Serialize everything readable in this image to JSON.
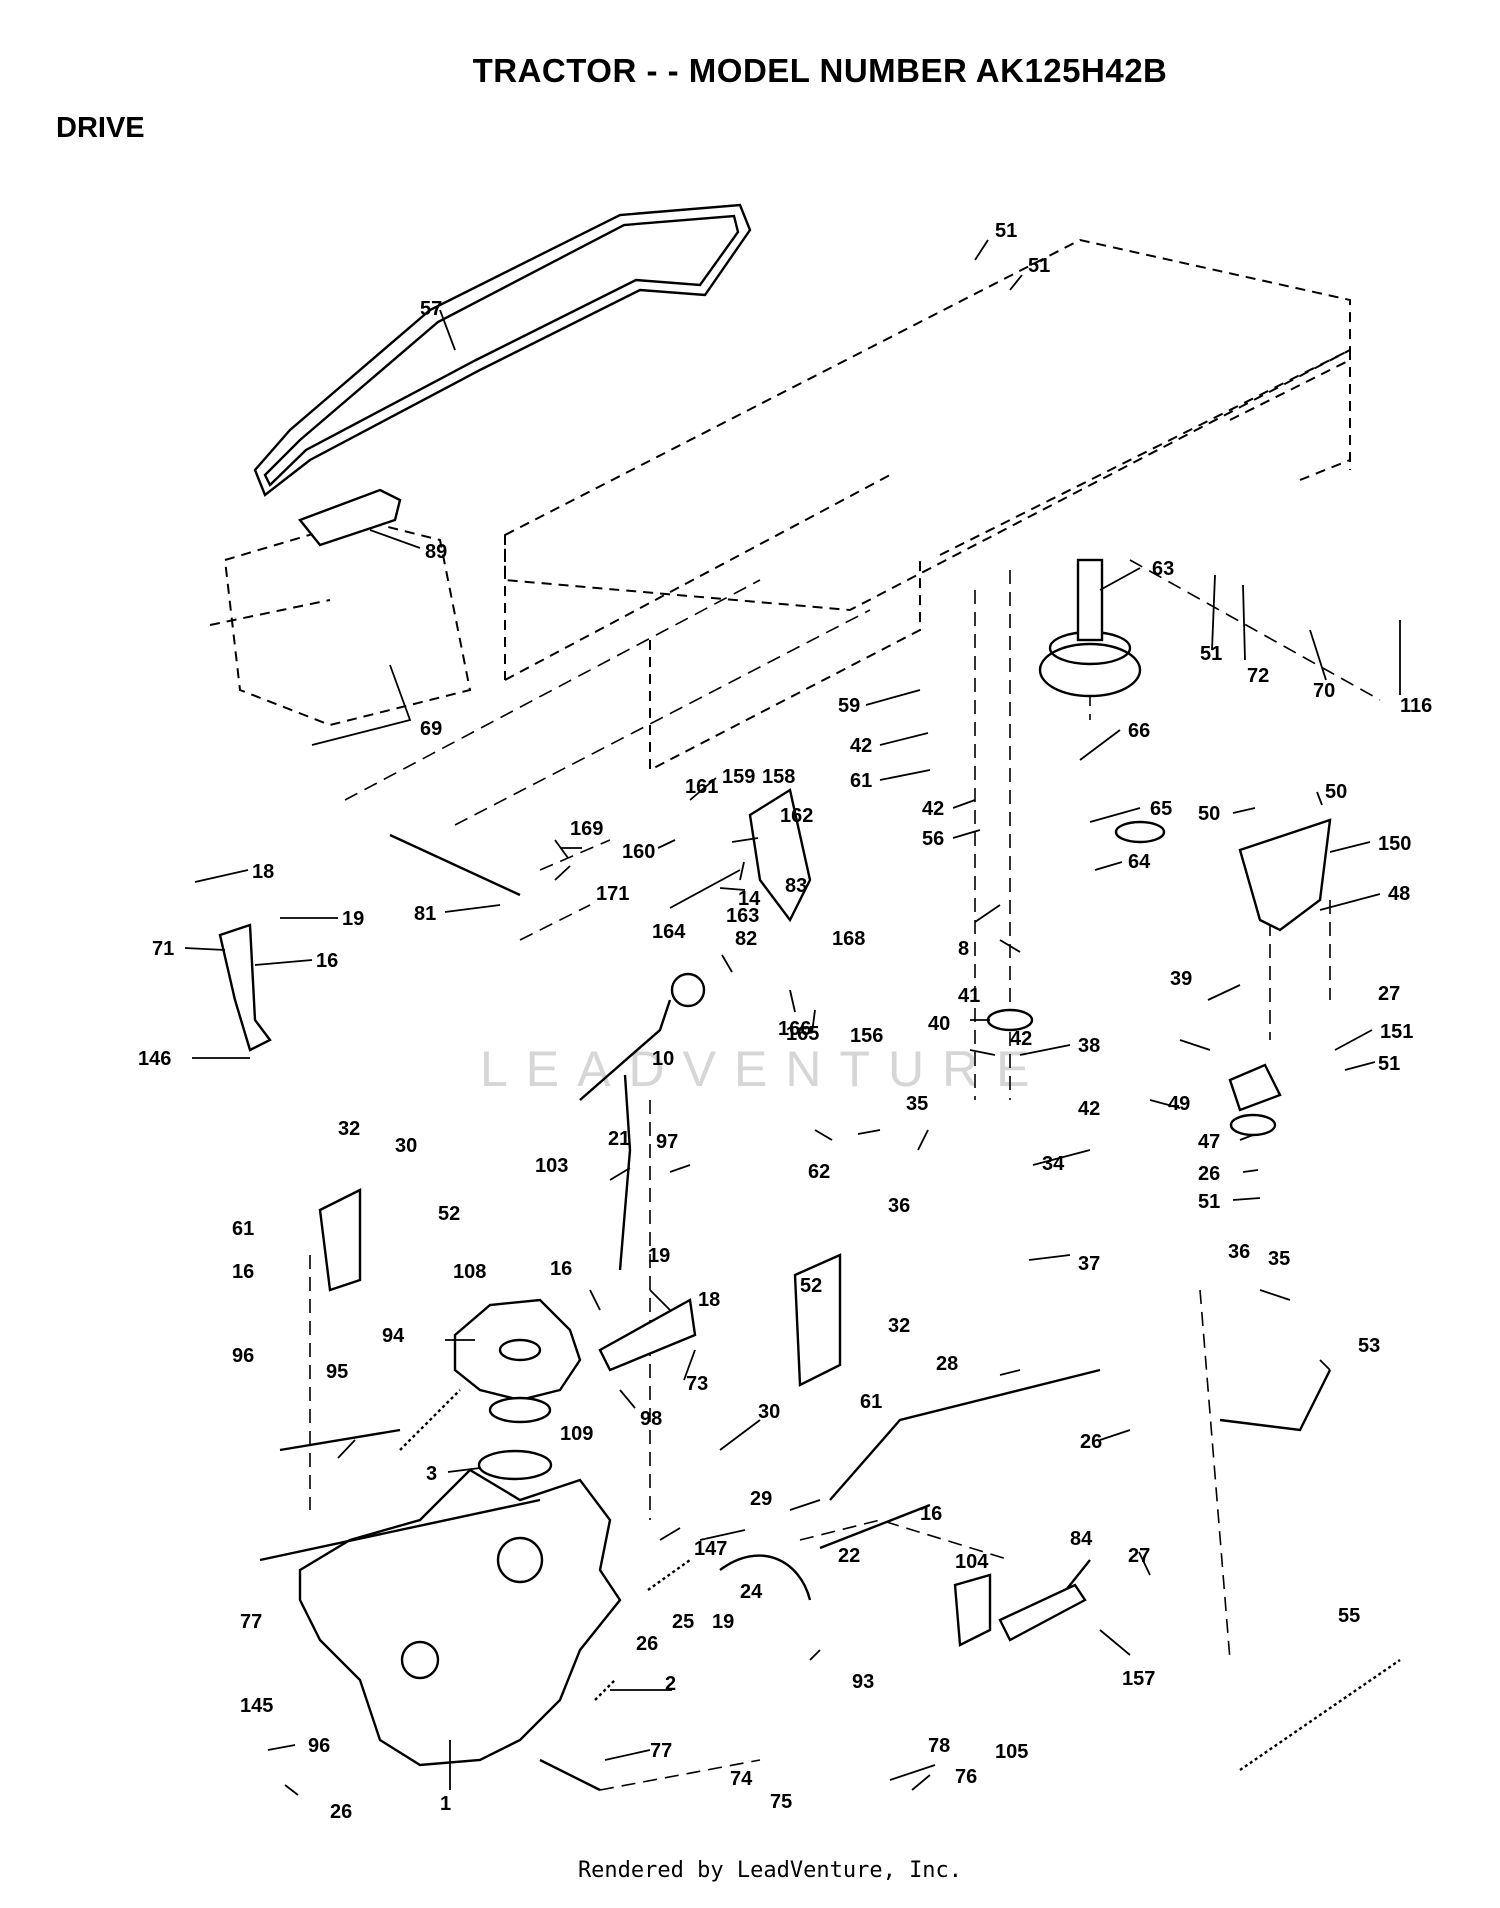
{
  "title": "TRACTOR - - MODEL NUMBER AK125H42B",
  "section": "DRIVE",
  "footer": "Rendered by LeadVenture, Inc.",
  "watermark": "LEADVENTURE",
  "callouts": [
    "57",
    "89",
    "69",
    "51",
    "51",
    "63",
    "51",
    "72",
    "70",
    "116",
    "59",
    "42",
    "61",
    "66",
    "42",
    "56",
    "65",
    "64",
    "50",
    "50",
    "150",
    "48",
    "18",
    "19",
    "71",
    "16",
    "146",
    "81",
    "169",
    "171",
    "161",
    "159",
    "158",
    "160",
    "162",
    "14",
    "83",
    "164",
    "163",
    "168",
    "82",
    "165",
    "156",
    "166",
    "10",
    "21",
    "8",
    "41",
    "42",
    "40",
    "38",
    "42",
    "39",
    "27",
    "151",
    "51",
    "49",
    "47",
    "26",
    "51",
    "32",
    "30",
    "52",
    "61",
    "16",
    "103",
    "108",
    "97",
    "35",
    "36",
    "62",
    "34",
    "37",
    "36",
    "35",
    "94",
    "16",
    "19",
    "18",
    "73",
    "98",
    "52",
    "32",
    "30",
    "61",
    "96",
    "95",
    "109",
    "3",
    "28",
    "53",
    "26",
    "29",
    "147",
    "77",
    "24",
    "19",
    "25",
    "26",
    "22",
    "16",
    "104",
    "84",
    "27",
    "2",
    "93",
    "157",
    "55",
    "145",
    "96",
    "77",
    "78",
    "74",
    "75",
    "76",
    "105",
    "26",
    "1"
  ]
}
